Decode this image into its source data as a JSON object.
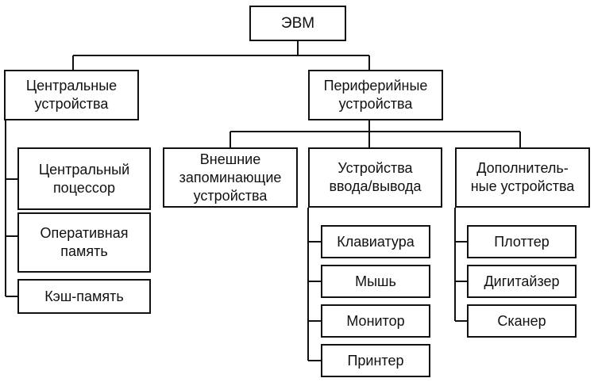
{
  "diagram": {
    "root": {
      "label": "ЭВМ"
    },
    "central": {
      "label": "Центральные\nустройства",
      "children": [
        {
          "label": "Центральный\nпоцессор"
        },
        {
          "label": "Оперативная\nпамять"
        },
        {
          "label": "Кэш-память"
        }
      ]
    },
    "peripheral": {
      "label": "Периферийные\nустройства",
      "storage": {
        "label": "Внешние\nзапоминающие\nустройства"
      },
      "io": {
        "label": "Устройства\nввода/вывода",
        "children": [
          {
            "label": "Клавиатура"
          },
          {
            "label": "Мышь"
          },
          {
            "label": "Монитор"
          },
          {
            "label": "Принтер"
          }
        ]
      },
      "extra": {
        "label": "Дополнитель-\nные устройства",
        "children": [
          {
            "label": "Плоттер"
          },
          {
            "label": "Дигитайзер"
          },
          {
            "label": "Сканер"
          }
        ]
      }
    }
  }
}
